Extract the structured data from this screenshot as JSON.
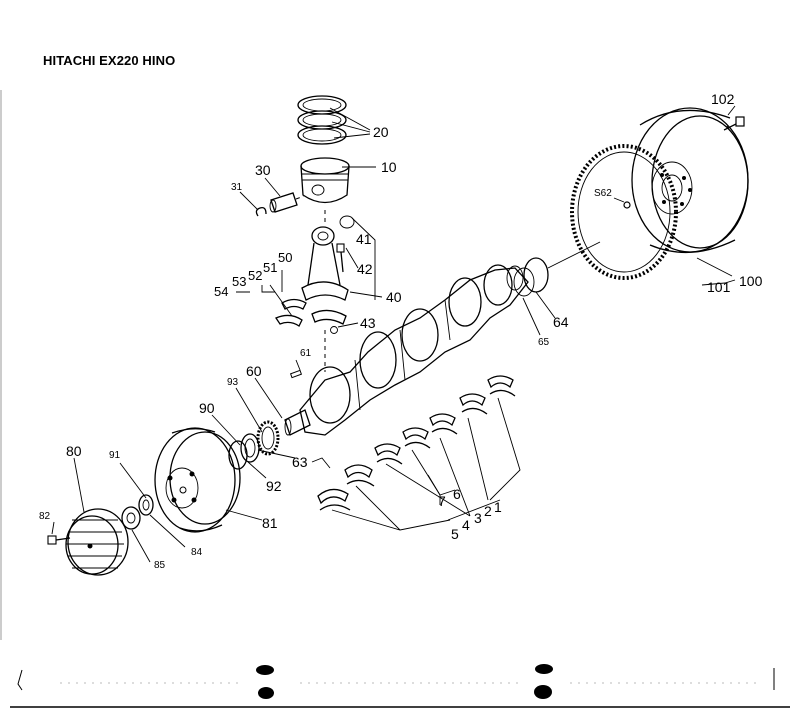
{
  "title": "HITACHI EX220 HINO",
  "parts": {
    "p102": "102",
    "p100": "100",
    "p101": "101",
    "s62": "S62",
    "p20": "20",
    "p10": "10",
    "p30": "30",
    "p31": "31",
    "p41": "41",
    "p42": "42",
    "p40": "40",
    "p43": "43",
    "p50": "50",
    "p51": "51",
    "p52": "52",
    "p53": "53",
    "p54": "54",
    "p64": "64",
    "p65": "65",
    "p61": "61",
    "p60": "60",
    "p93": "93",
    "p90": "90",
    "p63": "63",
    "p92": "92",
    "p80": "80",
    "p91": "91",
    "p81": "81",
    "p82": "82",
    "p84": "84",
    "p85": "85",
    "p7": "7",
    "p6": "6",
    "p5": "5",
    "p4": "4",
    "p3": "3",
    "p2": "2",
    "p1": "1"
  },
  "colors": {
    "ink": "#000000",
    "paper": "#ffffff",
    "edge_gray": "#9a9a9a"
  }
}
